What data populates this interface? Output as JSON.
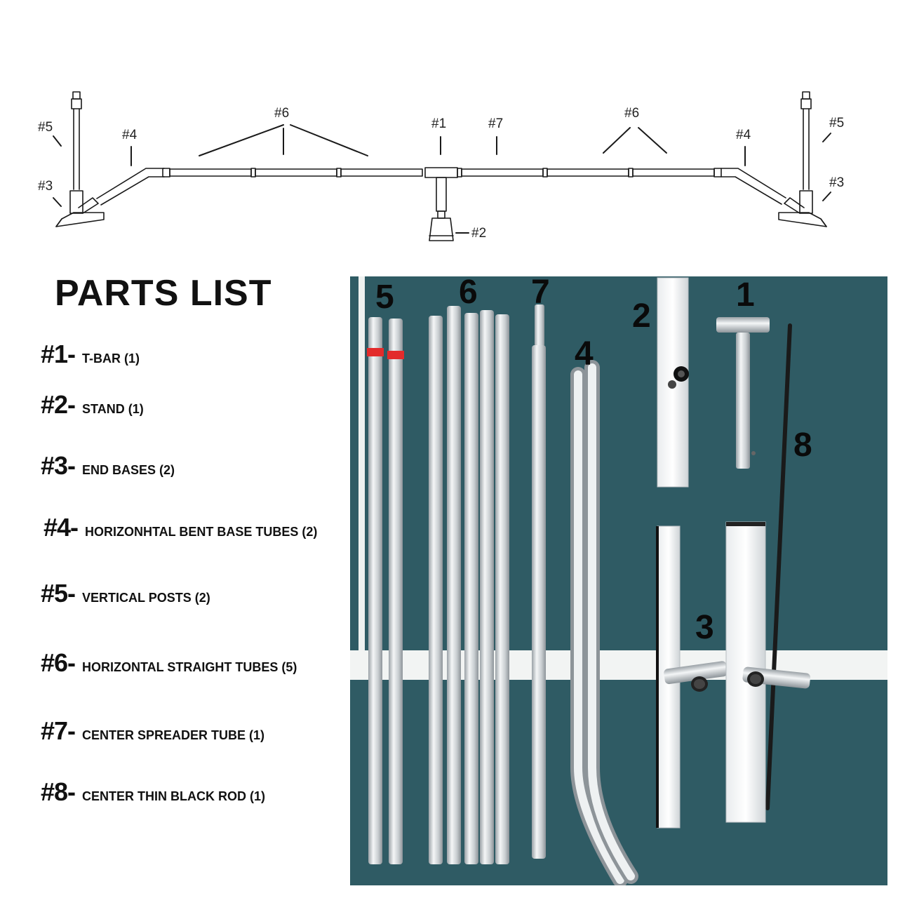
{
  "diagram": {
    "callouts": {
      "c1": "#1",
      "c2": "#2",
      "c3_left": "#3",
      "c3_right": "#3",
      "c4_left": "#4",
      "c4_right": "#4",
      "c5_left": "#5",
      "c5_right": "#5",
      "c6_left": "#6",
      "c6_right": "#6",
      "c7": "#7"
    }
  },
  "parts_list": {
    "title": "PARTS LIST",
    "items": [
      {
        "num": "#1-",
        "name": "T-BAR (1)"
      },
      {
        "num": "#2-",
        "name": "STAND (1)"
      },
      {
        "num": "#3-",
        "name": "END BASES (2)"
      },
      {
        "num": "#4-",
        "name": "HORIZONHTAL BENT BASE TUBES (2)"
      },
      {
        "num": "#5-",
        "name": "VERTICAL POSTS (2)"
      },
      {
        "num": "#6-",
        "name": "HORIZONTAL STRAIGHT TUBES (5)"
      },
      {
        "num": "#7-",
        "name": "CENTER SPREADER TUBE (1)"
      },
      {
        "num": "#8-",
        "name": "CENTER THIN BLACK ROD (1)"
      }
    ]
  },
  "photo": {
    "labels": {
      "l1": "1",
      "l2": "2",
      "l3": "3",
      "l4": "4",
      "l5": "5",
      "l6": "6",
      "l7": "7",
      "l8": "8"
    },
    "colors": {
      "court": "#2f5b64",
      "line": "#f2f4f3",
      "metal": "#d7dbde",
      "tape": "#e32b2b"
    }
  }
}
